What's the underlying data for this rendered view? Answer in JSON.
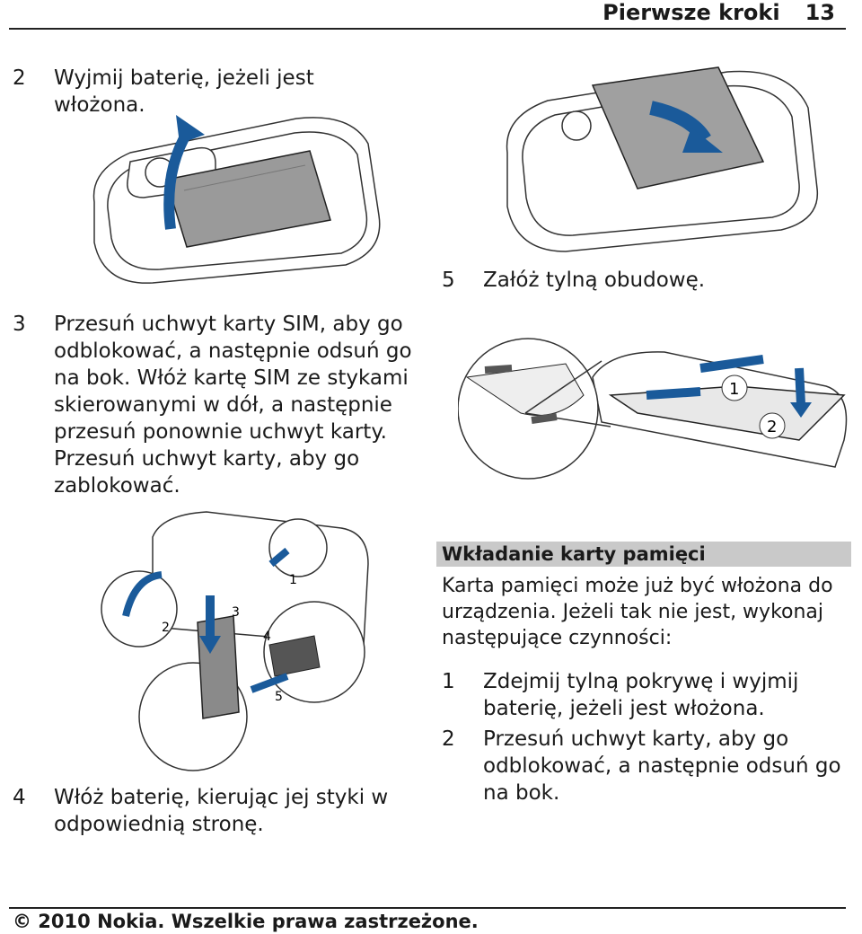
{
  "header": {
    "section": "Pierwsze kroki",
    "page_number": "13"
  },
  "steps": [
    {
      "n": "2",
      "text": "Wyjmij baterię, jeżeli jest włożona."
    },
    {
      "n": "3",
      "text": "Przesuń uchwyt karty SIM, aby go odblokować, a następnie odsuń go na bok. Włóż kartę SIM ze stykami skierowanymi w dół, a następnie przesuń ponownie uchwyt karty. Przesuń uchwyt karty, aby go zablokować."
    },
    {
      "n": "4",
      "text": "Włóż baterię, kierując jej styki w odpowiednią stronę."
    },
    {
      "n": "5",
      "text": "Załóż tylną obudowę."
    }
  ],
  "figures": {
    "cover_labels": [
      "1",
      "2"
    ],
    "sim_labels": [
      "1",
      "2",
      "3",
      "4",
      "5"
    ]
  },
  "memory_card": {
    "heading": "Wkładanie karty pamięci",
    "intro": "Karta pamięci może już być włożona do urządzenia. Jeżeli tak nie jest, wykonaj następujące czynności:",
    "steps": [
      {
        "n": "1",
        "text": "Zdejmij tylną pokrywę i wyjmij baterię, jeżeli jest włożona."
      },
      {
        "n": "2",
        "text": "Przesuń uchwyt karty, aby go odblokować, a następnie odsuń go na bok."
      }
    ]
  },
  "footer": {
    "copyright": "© 2010 Nokia. Wszelkie prawa zastrzeżone."
  }
}
